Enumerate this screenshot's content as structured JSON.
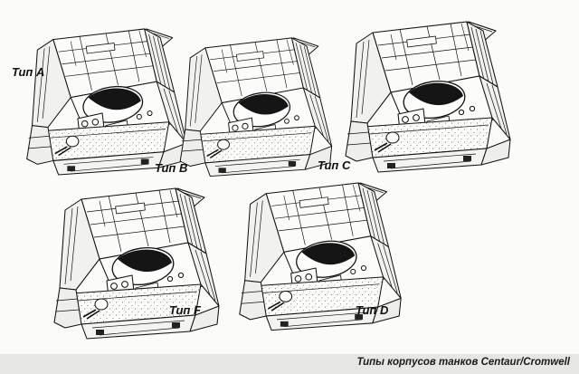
{
  "figure": {
    "hulls": [
      {
        "id": "A",
        "label": "Тип A"
      },
      {
        "id": "B",
        "label": "Тип B"
      },
      {
        "id": "C",
        "label": "Тип C"
      },
      {
        "id": "F",
        "label": "Тип F"
      },
      {
        "id": "D",
        "label": "Тип D"
      }
    ],
    "caption": "Типы корпусов танков Centaur/Cromwell"
  }
}
